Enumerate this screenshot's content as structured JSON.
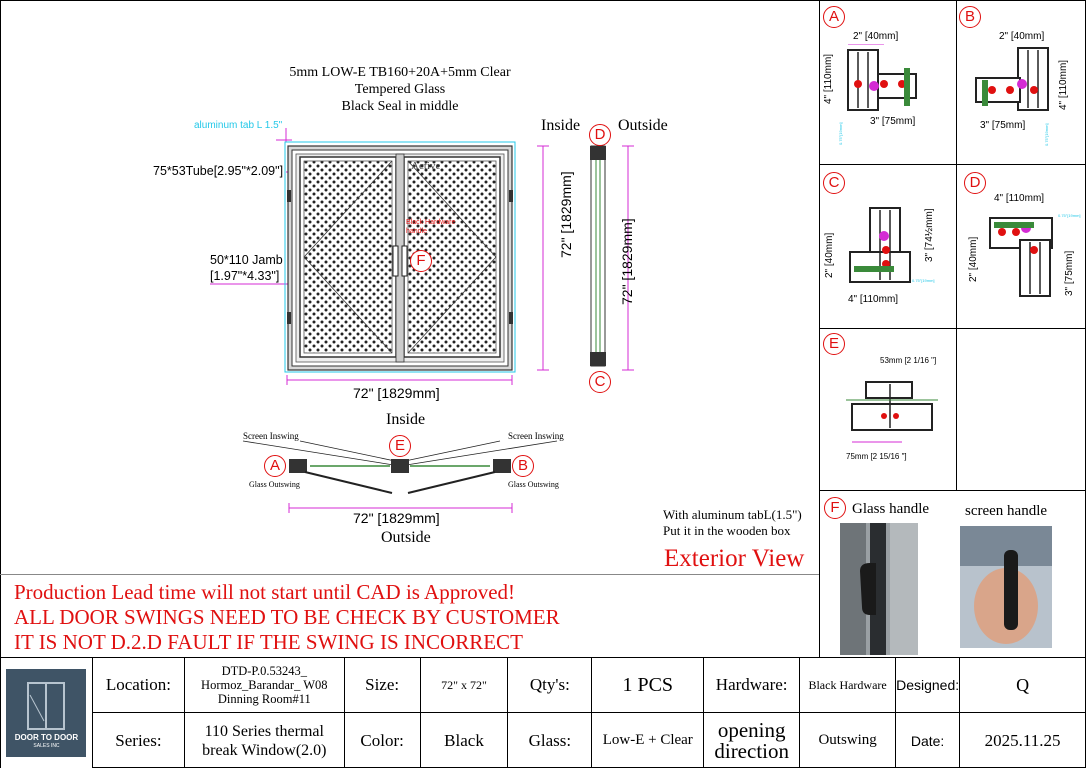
{
  "glass_note": [
    "5mm LOW-E TB160+20A+5mm Clear",
    "Tempered  Glass",
    "Black Seal in middle"
  ],
  "elevation": {
    "aluminum_tab": "aluminum tab L 1.5\"",
    "tube": "75*53Tube[2.95\"*2.09\"]",
    "jamb": [
      "50*110 Jamb",
      "[1.97\"*4.33\"]"
    ],
    "active": "Active",
    "inside": "Inside",
    "outside": "Outside",
    "width_dim": "72\" [1829mm]",
    "height_dim": "72\" [1829mm]",
    "side_height_dim": "72\" [1829mm]",
    "handle_note": "Black Hardware handle"
  },
  "plan": {
    "inside": "Inside",
    "outside": "Outside",
    "width_dim": "72\" [1829mm]",
    "screen_inswing": "Screen Inswing",
    "glass_outswing": "Glass Outswing"
  },
  "markers": [
    "A",
    "B",
    "C",
    "D",
    "E",
    "F"
  ],
  "details": {
    "A": {
      "dim_top": "2\" [40mm]",
      "dim_left": "4\" [110mm]",
      "dim_bottom": "3\" [75mm]",
      "dim_small": "0.75\"[19mm]"
    },
    "B": {
      "dim_top": "2\" [40mm]",
      "dim_right": "4\" [110mm]",
      "dim_bottom": "3\" [75mm]",
      "dim_small": "0.75\"[19mm]"
    },
    "C": {
      "dim_left": "2\" [40mm]",
      "dim_right": "3\" [74½mm]",
      "dim_bottom": "4\" [110mm]",
      "dim_small": "0.75\"[19mm]"
    },
    "D": {
      "dim_top": "4\" [110mm]",
      "dim_left": "2\" [40mm]",
      "dim_right": "3\" [75mm]",
      "dim_small": "0.75\"[19mm]"
    },
    "E": {
      "dim_top": "53mm [2 1/16 \"]",
      "dim_bottom": "75mm [2 15/16 \"]"
    }
  },
  "notes": {
    "aluminum_note": [
      "With aluminum tabL(1.5\")",
      "Put it in the wooden box"
    ],
    "exterior_view": "Exterior View",
    "glass_handle": "Glass handle",
    "screen_handle": "screen handle"
  },
  "warnings": [
    "Production Lead time will not start until CAD is Approved!",
    "ALL DOOR SWINGS NEED TO BE CHECK BY CUSTOMER",
    "IT IS NOT D.2.D FAULT IF THE SWING IS  INCORRECT"
  ],
  "logo": {
    "line1": "DOOR TO DOOR",
    "line2": "SALES INC"
  },
  "title_block": {
    "location_label": "Location:",
    "location_value": "DTD-P.0.53243_ Hormoz_Barandar_ W08 Dinning Room#11",
    "size_label": "Size:",
    "size_value": "72\" x 72\"",
    "qty_label": "Qty's:",
    "qty_value": "1 PCS",
    "hardware_label": "Hardware:",
    "hardware_value": "Black Hardware",
    "designed_label": "Designed:",
    "designed_value": "Q",
    "series_label": "Series:",
    "series_value": "110 Series thermal break Window(2.0)",
    "color_label": "Color:",
    "color_value": "Black",
    "glass_label": "Glass:",
    "glass_value": "Low-E  + Clear",
    "opening_label": "opening direction",
    "opening_value": "Outswing",
    "date_label": "Date:",
    "date_value": "2025.11.25"
  },
  "colors": {
    "red": "#e01010",
    "magenta": "#d42bd4",
    "cyan": "#24c8e8",
    "frame": "#555555"
  }
}
